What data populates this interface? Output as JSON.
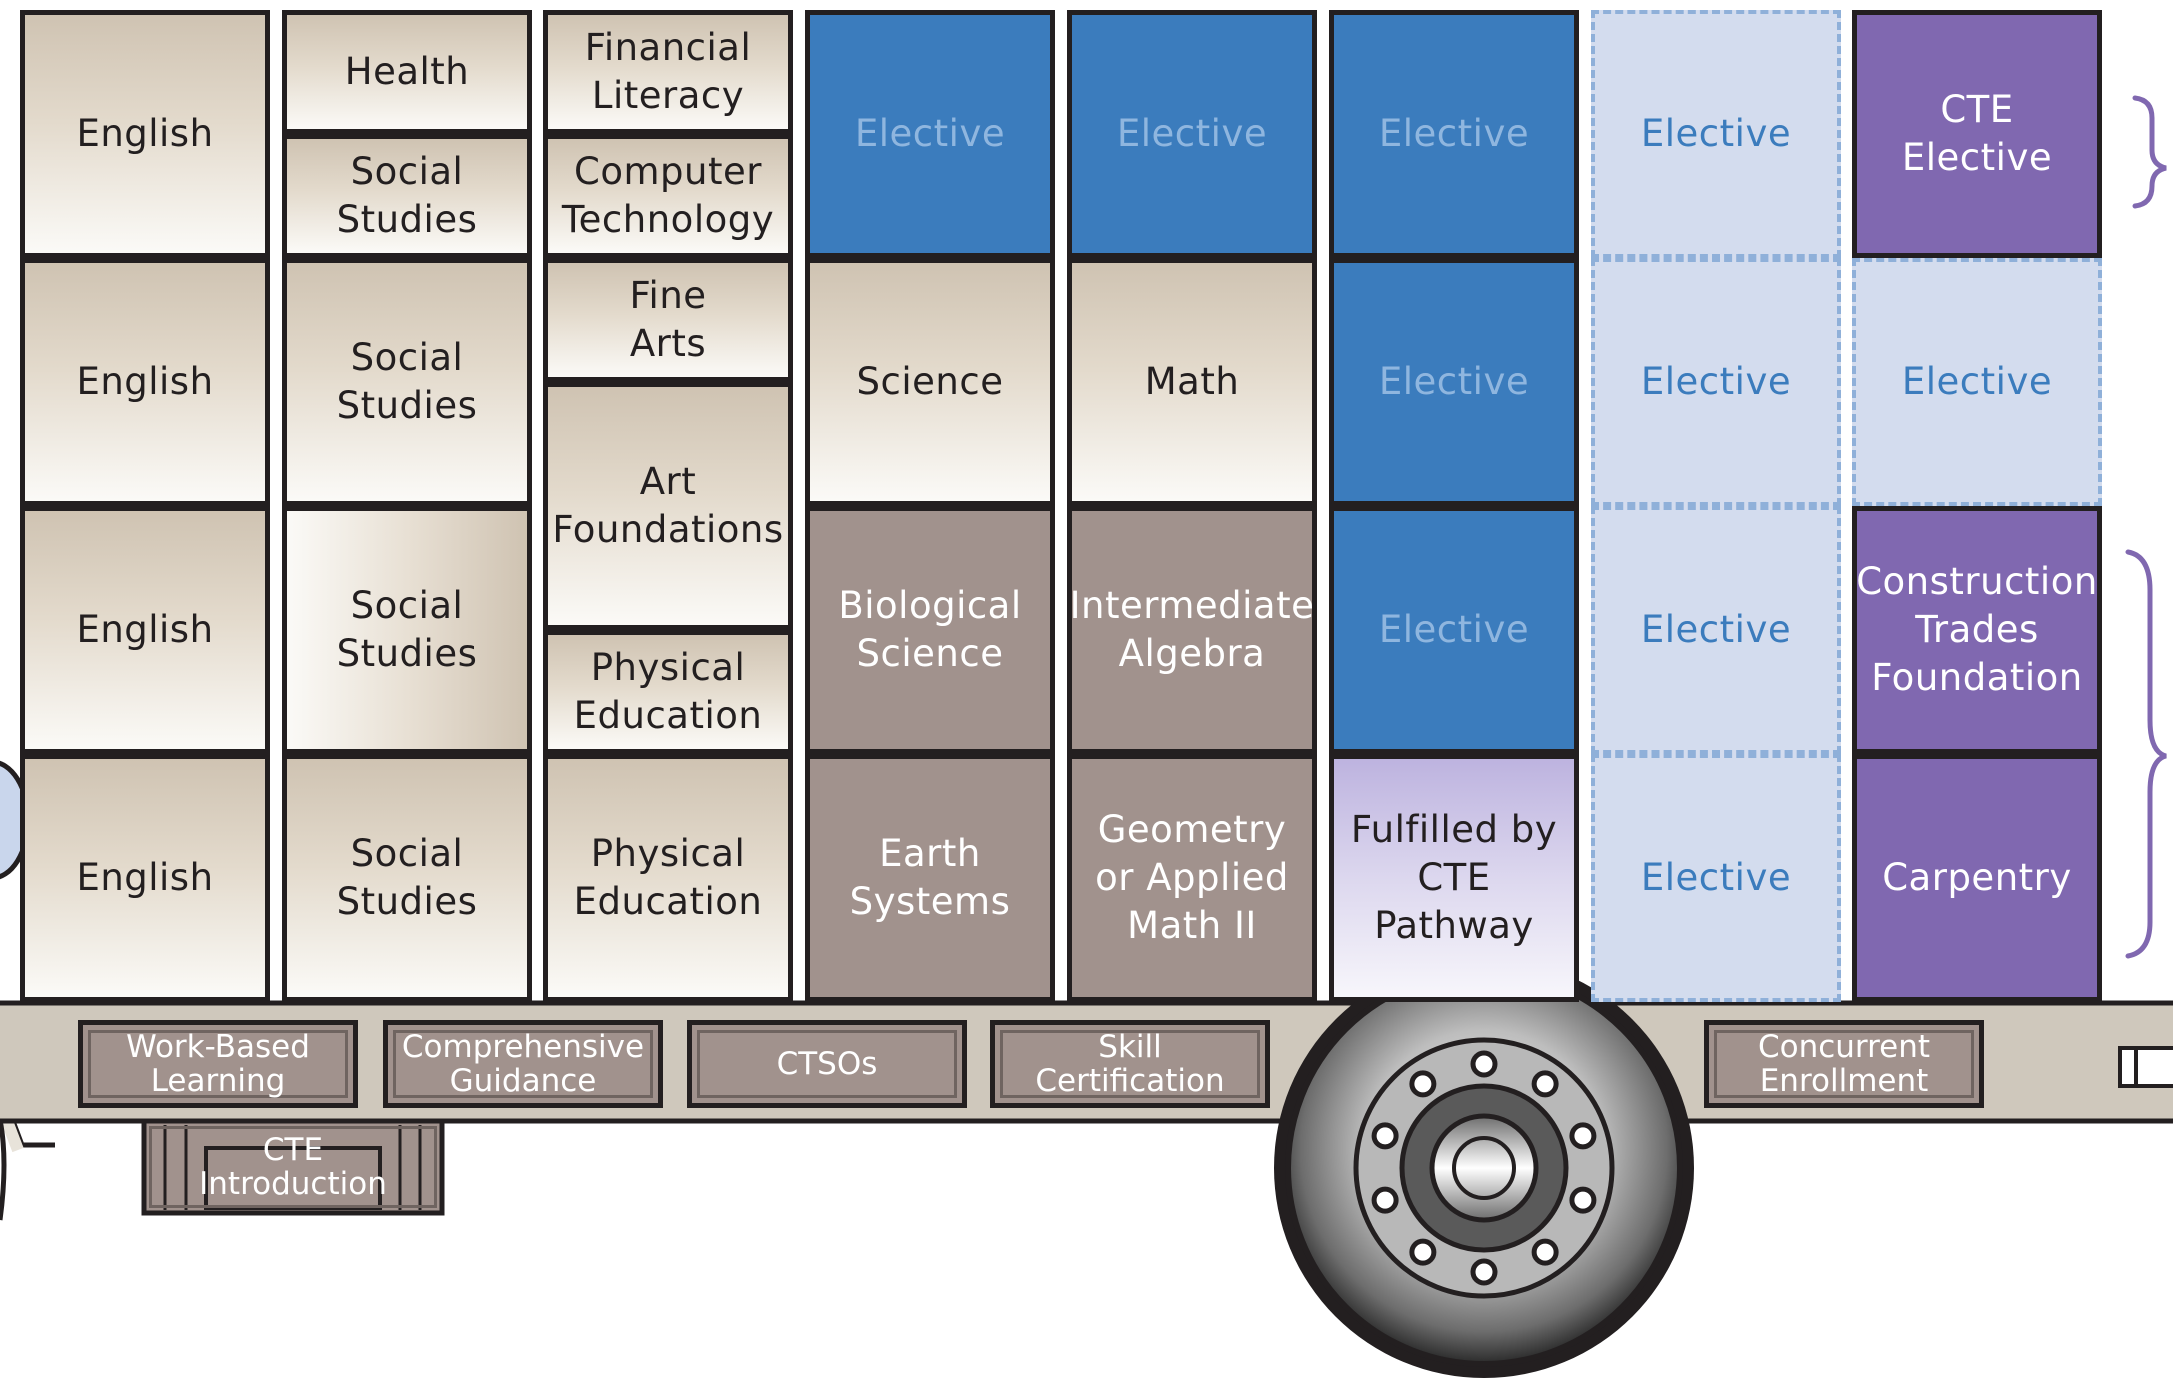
{
  "columns": [
    {
      "cells": [
        {
          "label": "English",
          "style": "tan",
          "span": 4
        },
        {
          "label": "English",
          "style": "tan",
          "span": 4
        },
        {
          "label": "English",
          "style": "tan",
          "span": 4
        },
        {
          "label": "English",
          "style": "tan",
          "span": 4
        }
      ]
    },
    {
      "cells": [
        {
          "label": "Health",
          "style": "tan",
          "span": 2
        },
        {
          "label": "Social\nStudies",
          "style": "tan",
          "span": 2
        },
        {
          "label": "Social\nStudies",
          "style": "tan",
          "span": 4
        },
        {
          "label": "Social\nStudies",
          "style": "tan-h",
          "span": 4
        },
        {
          "label": "Social\nStudies",
          "style": "tan",
          "span": 4
        }
      ]
    },
    {
      "cells": [
        {
          "label": "Financial\nLiteracy",
          "style": "tan",
          "span": 2
        },
        {
          "label": "Computer\nTechnology",
          "style": "tan",
          "span": 2
        },
        {
          "label": "Fine\nArts",
          "style": "tan",
          "span": 2
        },
        {
          "label": "Art\nFoundations",
          "style": "tan",
          "span": 4
        },
        {
          "label": "Physical\nEducation",
          "style": "tan",
          "span": 2
        },
        {
          "label": "Physical\nEducation",
          "style": "tan",
          "span": 4
        }
      ]
    },
    {
      "cells": [
        {
          "label": "Elective",
          "style": "blue",
          "span": 4
        },
        {
          "label": "Science",
          "style": "tan",
          "span": 4
        },
        {
          "label": "Biological\nScience",
          "style": "gray",
          "span": 4
        },
        {
          "label": "Earth\nSystems",
          "style": "gray",
          "span": 4
        }
      ]
    },
    {
      "cells": [
        {
          "label": "Elective",
          "style": "blue",
          "span": 4
        },
        {
          "label": "Math",
          "style": "tan",
          "span": 4
        },
        {
          "label": "Intermediate\nAlgebra",
          "style": "gray",
          "span": 4
        },
        {
          "label": "Geometry\nor Applied\nMath II",
          "style": "gray",
          "span": 4
        }
      ]
    },
    {
      "cells": [
        {
          "label": "Elective",
          "style": "blue",
          "span": 4
        },
        {
          "label": "Elective",
          "style": "blue",
          "span": 4
        },
        {
          "label": "Elective",
          "style": "blue",
          "span": 4
        },
        {
          "label": "Fulfilled by\nCTE\nPathway",
          "style": "lav",
          "span": 4
        }
      ]
    },
    {
      "cells": [
        {
          "label": "Elective",
          "style": "ltblue",
          "span": 4
        },
        {
          "label": "Elective",
          "style": "ltblue",
          "span": 4
        },
        {
          "label": "Elective",
          "style": "ltblue",
          "span": 4
        },
        {
          "label": "Elective",
          "style": "ltblue",
          "span": 4
        }
      ]
    },
    {
      "cells": [
        {
          "label": "CTE\nElective",
          "style": "purple",
          "span": 4
        },
        {
          "label": "Elective",
          "style": "ltblue",
          "span": 4
        },
        {
          "label": "Construction\nTrades\nFoundation",
          "style": "purple",
          "span": 4
        },
        {
          "label": "Carpentry",
          "style": "purple",
          "span": 4
        }
      ]
    }
  ],
  "supports": [
    "Work-Based\nLearning",
    "Comprehensive\nGuidance",
    "CTSOs",
    "Skill\nCertification",
    "Concurrent\nEnrollment"
  ],
  "step_label": "CTE\nIntroduction",
  "colors": {
    "outline": "#231f20",
    "tan": "#cfc3b2",
    "gray": "#a1928d",
    "blue": "#3b7cbd",
    "light_blue": "#d3dcee",
    "purple": "#8068b0",
    "lavender": "#bdb3df",
    "bed": "#cfc8bc",
    "bracket": "#8068b0"
  },
  "icons": {
    "wheel": "truck-wheel-icon",
    "bracket": "curly-brace-icon",
    "cab": "truck-cab-icon",
    "step": "truck-step-icon"
  }
}
